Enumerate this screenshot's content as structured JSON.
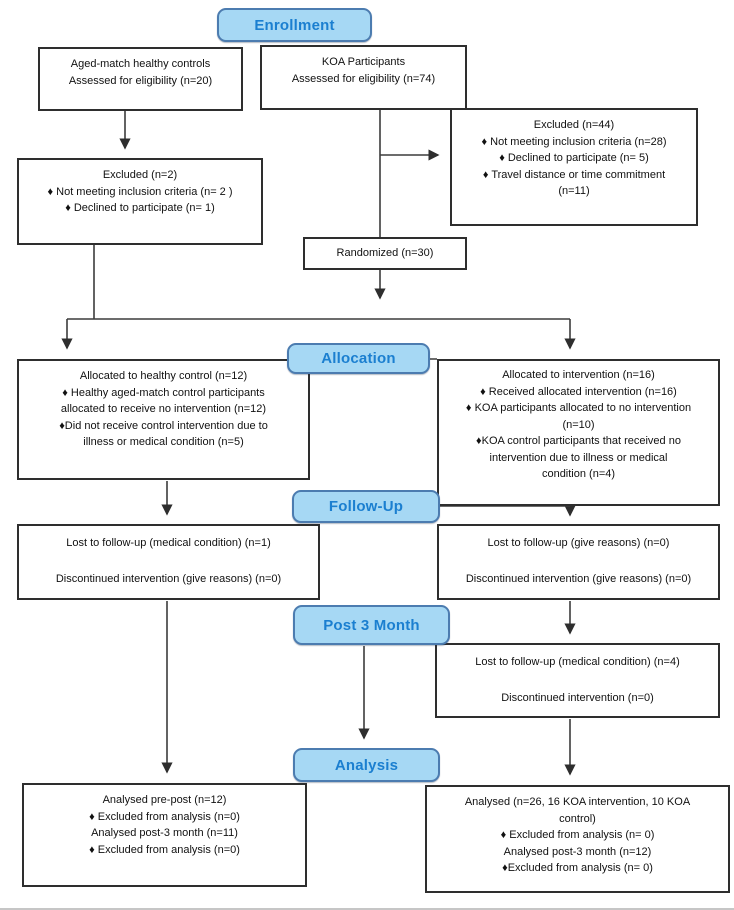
{
  "diagram_title": "CONSORT participant flow diagram",
  "stages": {
    "enrollment": "Enrollment",
    "allocation": "Allocation",
    "followup": "Follow-Up",
    "post3month": "Post 3 Month",
    "analysis": "Analysis"
  },
  "boxes": {
    "healthy_controls": {
      "lines": [
        "Aged-match healthy controls",
        "Assessed for eligibility (n=20)"
      ]
    },
    "koa_participants": {
      "lines": [
        "KOA Participants",
        "Assessed for eligibility (n=74)"
      ]
    },
    "excluded_koa": {
      "lines": [
        "Excluded (n=44)",
        "♦ Not meeting inclusion criteria (n=28)",
        "♦ Declined to participate (n= 5)",
        "♦ Travel distance or time commitment",
        "(n=11)"
      ]
    },
    "excluded_healthy": {
      "lines": [
        "Excluded (n=2)",
        "♦ Not meeting inclusion criteria (n= 2 )",
        "♦ Declined to participate (n= 1)"
      ]
    },
    "randomized": {
      "lines": [
        "Randomized (n=30)"
      ]
    },
    "allocated_control": {
      "lines": [
        "Allocated to healthy control (n=12)",
        "♦ Healthy aged-match control participants",
        "allocated to receive no intervention (n=12)",
        "♦Did not receive control intervention due to",
        "illness or medical condition (n=5)"
      ]
    },
    "allocated_intervention": {
      "lines": [
        "Allocated to intervention (n=16)",
        "♦ Received allocated intervention (n=16)",
        "♦ KOA participants allocated to no intervention",
        "(n=10)",
        "♦KOA control participants that received no",
        "intervention due to illness or medical",
        "condition  (n=4)"
      ]
    },
    "followup_control": {
      "lines": [
        "Lost to follow-up (medical condition) (n=1)",
        "Discontinued intervention (give reasons) (n=0)"
      ]
    },
    "followup_intervention": {
      "lines": [
        "Lost to follow-up (give reasons) (n=0)",
        "Discontinued intervention (give reasons) (n=0)"
      ]
    },
    "post3month_intervention": {
      "lines": [
        "Lost to follow-up (medical condition) (n=4)",
        "Discontinued intervention (n=0)"
      ]
    },
    "analysis_control": {
      "lines": [
        "Analysed pre-post (n=12)",
        "♦ Excluded from analysis (n=0)",
        "Analysed post-3 month (n=11)",
        "♦ Excluded from analysis (n=0)"
      ]
    },
    "analysis_intervention": {
      "lines": [
        "Analysed (n=26, 16 KOA intervention, 10 KOA",
        "control)",
        "♦ Excluded from analysis (n= 0)",
        "Analysed post-3 month (n=12)",
        "♦Excluded from analysis (n= 0)"
      ]
    }
  },
  "colors": {
    "badge_fill": "#A6D8F4",
    "badge_border": "#4C7CB0",
    "badge_text": "#1B7FD0",
    "box_border": "#2e2e2e",
    "connector": "#3c3c3c"
  }
}
